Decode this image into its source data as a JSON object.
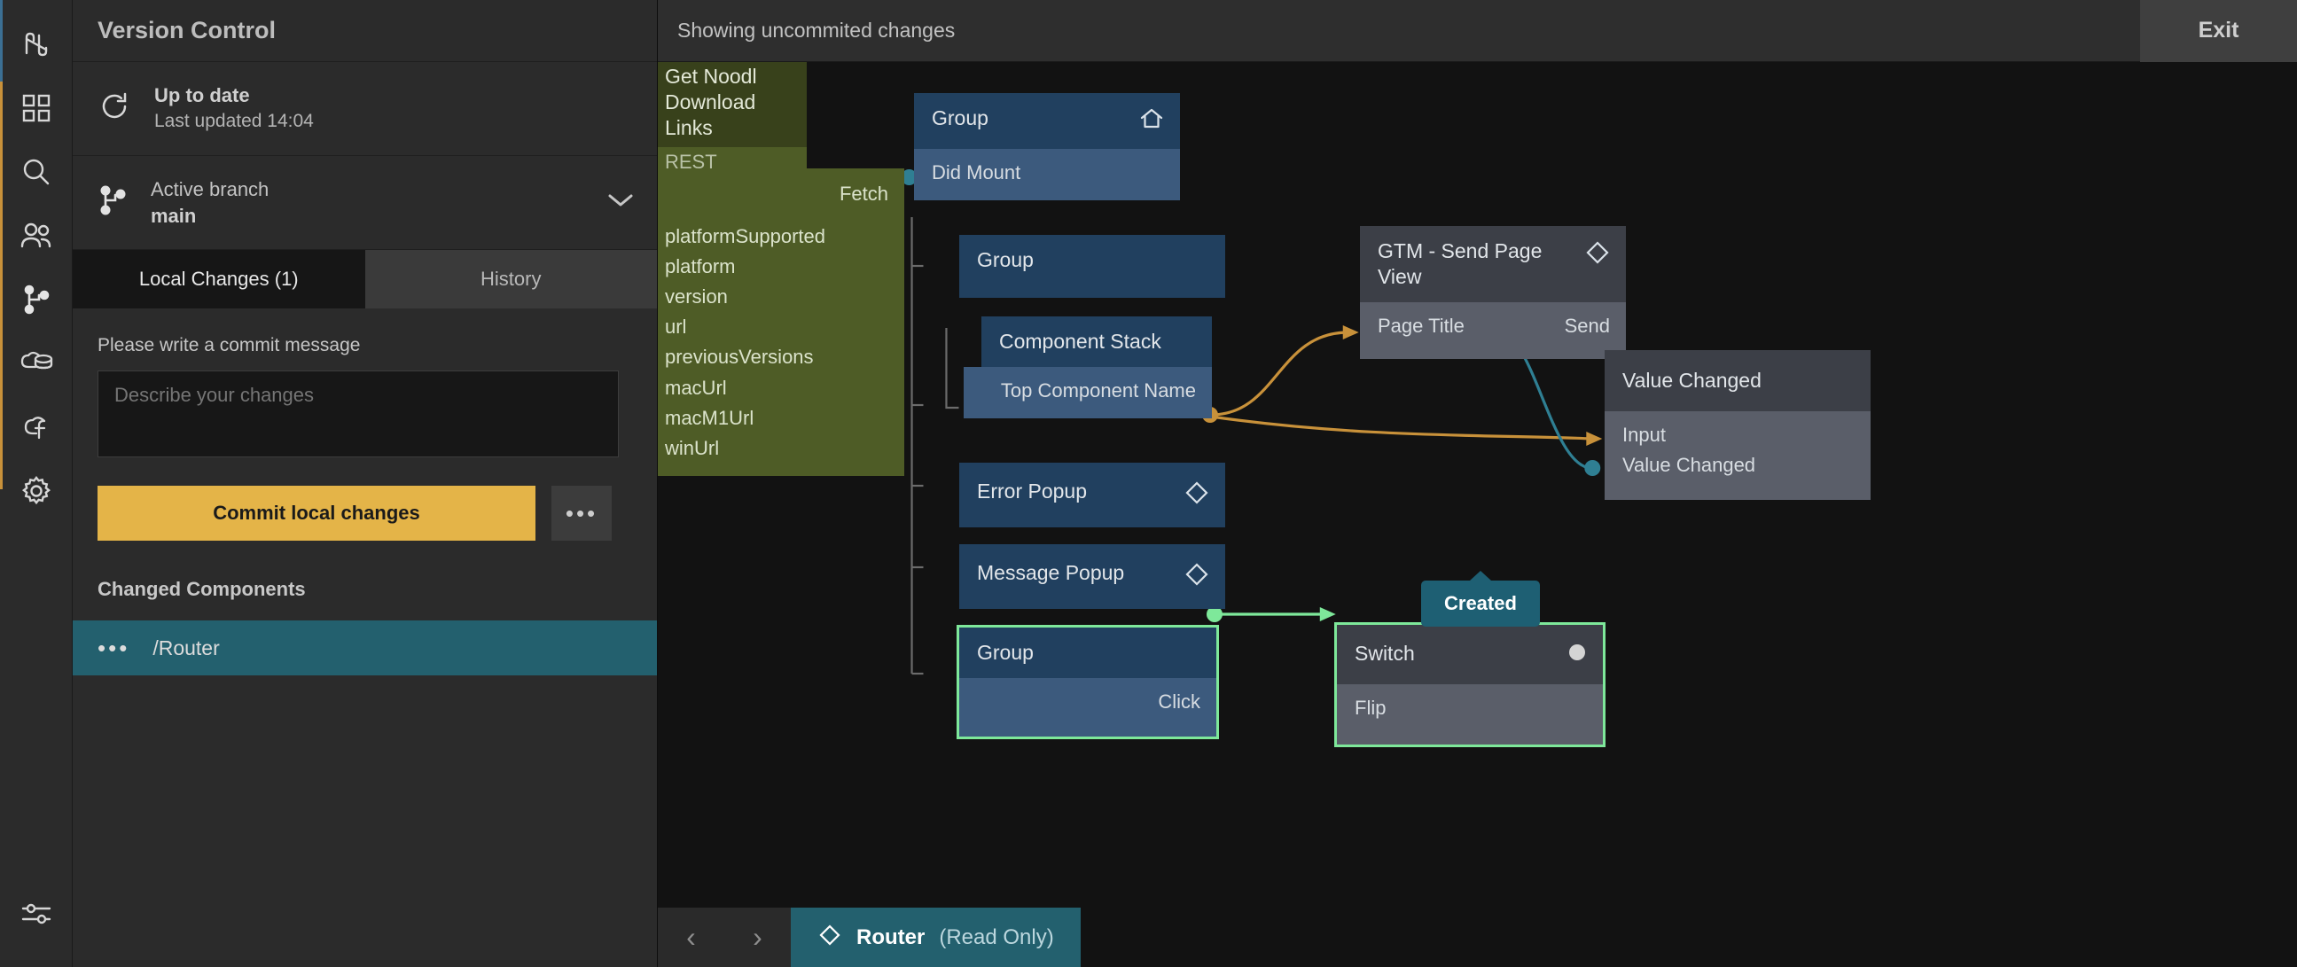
{
  "rail": {
    "items": [
      {
        "icon": "noodl-logo-icon",
        "name": "noodl-logo"
      },
      {
        "icon": "components-grid-icon",
        "name": "components"
      },
      {
        "icon": "search-icon",
        "name": "search"
      },
      {
        "icon": "users-icon",
        "name": "collaborators"
      },
      {
        "icon": "branch-icon",
        "name": "version-control"
      },
      {
        "icon": "cloud-data-icon",
        "name": "cloud-data"
      },
      {
        "icon": "cloud-functions-icon",
        "name": "cloud-functions"
      },
      {
        "icon": "gear-icon",
        "name": "settings"
      }
    ],
    "bottom": {
      "icon": "sliders-icon",
      "name": "preferences"
    }
  },
  "version_control": {
    "title": "Version Control",
    "status": {
      "headline": "Up to date",
      "sub": "Last updated 14:04",
      "icon": "refresh-icon"
    },
    "branch": {
      "label": "Active branch",
      "value": "main",
      "icon": "branch-icon",
      "chevron": "chevron-down-icon"
    },
    "tabs": [
      {
        "label": "Local Changes (1)",
        "active": true
      },
      {
        "label": "History",
        "active": false
      }
    ],
    "commit": {
      "label": "Please write a commit message",
      "placeholder": "Describe your changes",
      "value": "",
      "button": "Commit local changes",
      "more": "•••"
    },
    "changed_components": {
      "heading": "Changed Components",
      "rows": [
        {
          "dots": "•••",
          "name": "/Router",
          "selected": true
        }
      ]
    }
  },
  "topbar": {
    "message": "Showing uncommited changes",
    "exit": "Exit"
  },
  "canvas": {
    "nodes": [
      {
        "id": "rest",
        "title": "Get Noodl Download Links",
        "subtitle": "REST",
        "style": "green",
        "inputs": [],
        "outputs": [
          "Fetch"
        ],
        "props": [
          "platformSupported",
          "platform",
          "version",
          "url",
          "previousVersions",
          "macUrl",
          "macM1Url",
          "winUrl"
        ]
      },
      {
        "id": "group-root",
        "title": "Group",
        "icon": "home-icon",
        "style": "blue",
        "inputs": [
          "Did Mount"
        ],
        "outputs": []
      },
      {
        "id": "group-2",
        "title": "Group",
        "style": "blue",
        "inputs": [],
        "outputs": []
      },
      {
        "id": "component-stack",
        "title": "Component Stack",
        "style": "blue",
        "inputs": [],
        "outputs": [
          "Top Component Name"
        ]
      },
      {
        "id": "error-popup",
        "title": "Error Popup",
        "icon": "diamond-icon",
        "style": "blue"
      },
      {
        "id": "message-popup",
        "title": "Message Popup",
        "icon": "diamond-icon",
        "style": "blue"
      },
      {
        "id": "group-click",
        "title": "Group",
        "style": "blue",
        "selected": true,
        "outputs": [
          "Click"
        ]
      },
      {
        "id": "gtm",
        "title": "GTM - Send Page View",
        "icon": "diamond-icon",
        "style": "grey",
        "inputs": [
          "Page Title"
        ],
        "outputs": [
          "Send"
        ]
      },
      {
        "id": "value-changed",
        "title": "Value Changed",
        "style": "grey",
        "inputs": [
          "Input",
          "Value Changed"
        ]
      },
      {
        "id": "switch",
        "title": "Switch",
        "icon": "dot-icon",
        "style": "grey",
        "selected": true,
        "inputs": [
          "Flip"
        ],
        "badge": "Created"
      }
    ],
    "badges": [
      {
        "label": "Created",
        "for": "switch"
      }
    ]
  },
  "bottombar": {
    "prev": "‹",
    "next": "›",
    "tab": {
      "icon": "diamond-icon",
      "name": "Router",
      "state": "(Read Only)"
    }
  },
  "colors": {
    "accent_commit": "#e4b448",
    "selection_green": "#7ee89a",
    "tab_teal": "#23606e",
    "wire_blue": "#2f7f93",
    "wire_gold": "#c8913a",
    "node_blue_head": "#21405f",
    "node_blue_body": "#3c5a7d",
    "node_grey_head": "#3c3f47",
    "node_grey_body": "#5a5e69",
    "node_green_head": "#38411b",
    "node_green_body": "#4e5c26"
  }
}
